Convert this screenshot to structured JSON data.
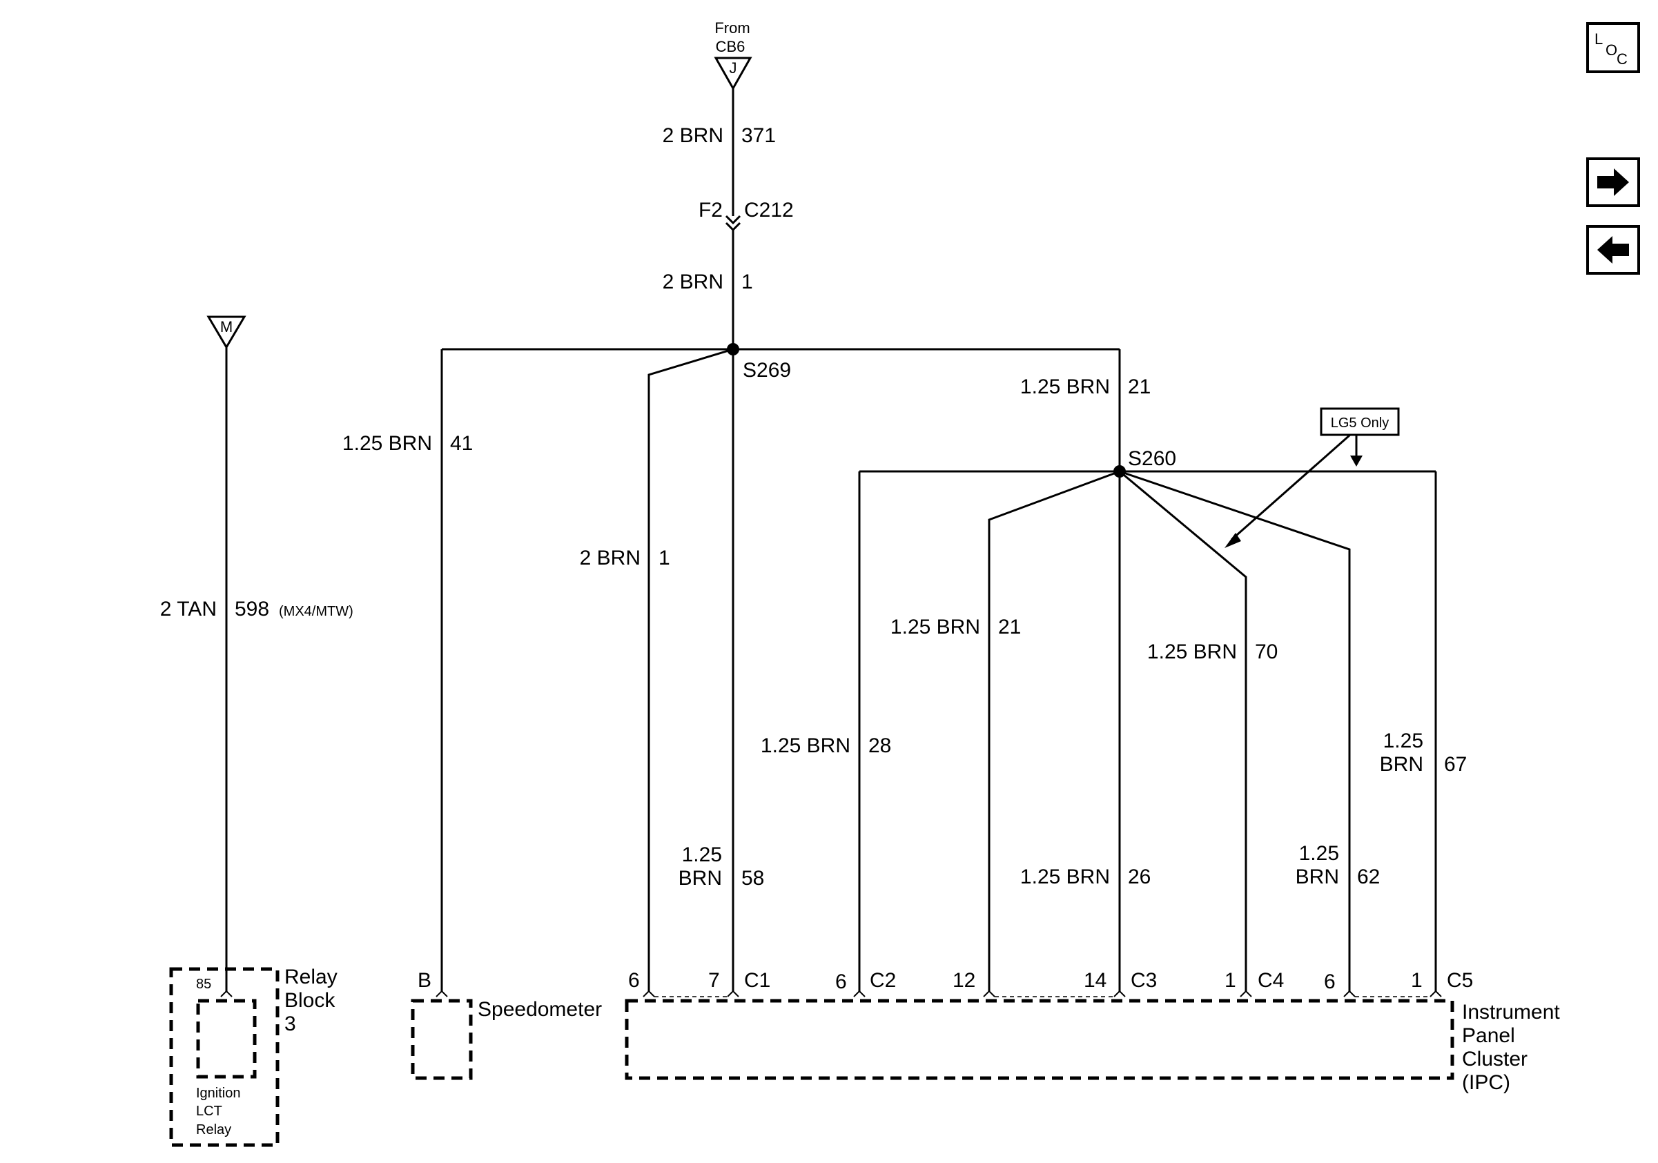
{
  "nav": {
    "loc_l": "L",
    "loc_o": "O",
    "loc_c": "C",
    "forward_icon": "arrow-right-icon",
    "back_icon": "arrow-left-icon"
  },
  "top_source": {
    "from_line1": "From",
    "from_line2": "CB6",
    "connector_letter": "J",
    "wire_gauge": "2 BRN",
    "wire_number": "371",
    "connector_cavity": "F2",
    "connector_id": "C212",
    "wire_gauge_below": "2 BRN",
    "wire_number_below": "1"
  },
  "splices": {
    "s269": "S269",
    "s260": "S260"
  },
  "note_badge": "LG5 Only",
  "left_source": {
    "connector_letter": "M",
    "wire_gauge": "2 TAN",
    "wire_number": "598",
    "wire_option": "(MX4/MTW)"
  },
  "wires": {
    "w41": {
      "gauge": "1.25 BRN",
      "number": "41"
    },
    "w1": {
      "gauge": "2 BRN",
      "number": "1"
    },
    "w58": {
      "gauge_line1": "1.25",
      "gauge_line2": "BRN",
      "number": "58"
    },
    "w21a": {
      "gauge": "1.25 BRN",
      "number": "21"
    },
    "w28": {
      "gauge": "1.25 BRN",
      "number": "28"
    },
    "w21b": {
      "gauge": "1.25 BRN",
      "number": "21"
    },
    "w26": {
      "gauge": "1.25 BRN",
      "number": "26"
    },
    "w70": {
      "gauge": "1.25 BRN",
      "number": "70"
    },
    "w62": {
      "gauge_line1": "1.25",
      "gauge_line2": "BRN",
      "number": "62"
    },
    "w67": {
      "gauge_line1": "1.25",
      "gauge_line2": "BRN",
      "number": "67"
    }
  },
  "pins": {
    "relay_85": "85",
    "speedo_b": "B",
    "c1_6": "6",
    "c1_7": "7",
    "c1": "C1",
    "c2_6": "6",
    "c2": "C2",
    "c3_12": "12",
    "c3_14": "14",
    "c3": "C3",
    "c4_1": "1",
    "c4": "C4",
    "c5_6": "6",
    "c5_1": "1",
    "c5": "C5"
  },
  "components": {
    "relay_block_line1": "Relay",
    "relay_block_line2": "Block",
    "relay_block_line3": "3",
    "relay_inner_line1": "Ignition",
    "relay_inner_line2": "LCT",
    "relay_inner_line3": "Relay",
    "speedometer": "Speedometer",
    "ipc_line1": "Instrument",
    "ipc_line2": "Panel",
    "ipc_line3": "Cluster",
    "ipc_line4": "(IPC)"
  }
}
